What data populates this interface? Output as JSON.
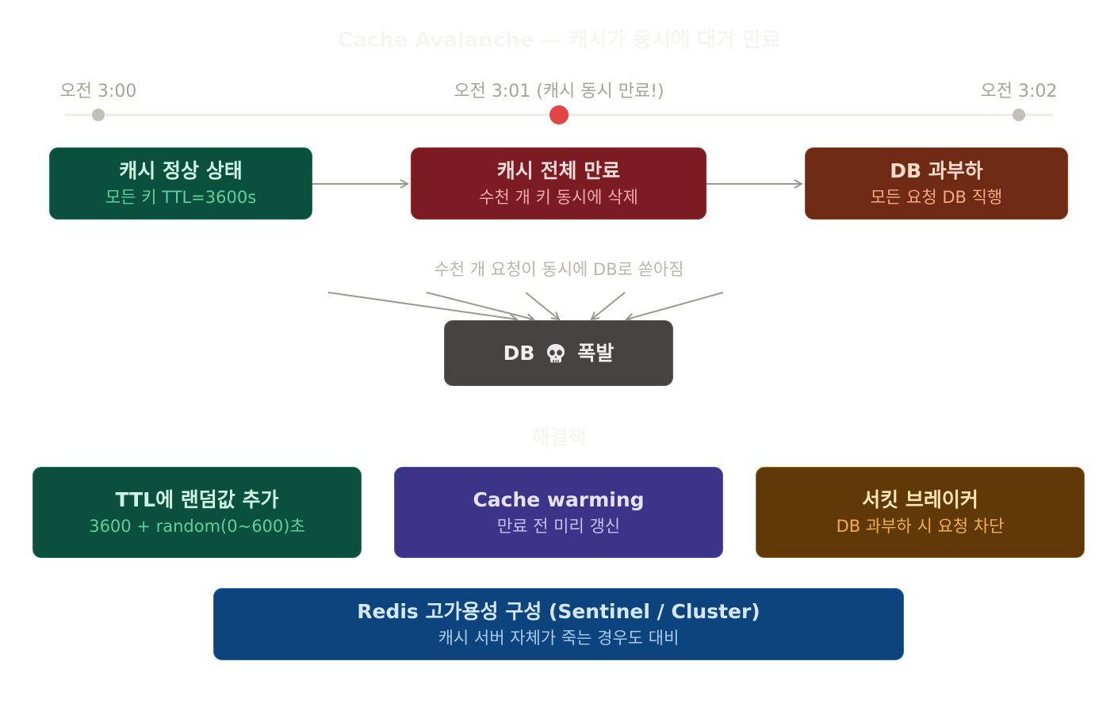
{
  "title": "Cache Avalanche — 캐시가 동시에 대거 만료",
  "timeline": {
    "t0": "오전 3:00",
    "t1": "오전 3:01 (캐시 동시 만료!)",
    "t2": "오전 3:02"
  },
  "flow": {
    "normal": {
      "title": "캐시 정상 상태",
      "subtitle": "모든 키 TTL=3600s"
    },
    "expire": {
      "title": "캐시 전체 만료",
      "subtitle": "수천 개 키 동시에 삭제"
    },
    "overload": {
      "title": "DB 과부하",
      "subtitle": "모든 요청 DB 직행"
    }
  },
  "flood_label": "수천 개 요청이 동시에 DB로 쏟아짐",
  "db_explode": {
    "label": "DB",
    "icon": "skull-icon",
    "suffix": "폭발"
  },
  "solutions_title": "해결책",
  "solutions": {
    "ttl_random": {
      "title": "TTL에 랜덤값 추가",
      "subtitle": "3600 + random(0~600)초"
    },
    "warming": {
      "title": "Cache warming",
      "subtitle": "만료 전 미리 갱신"
    },
    "circuit": {
      "title": "서킷 브레이커",
      "subtitle": "DB 과부하 시 요청 차단"
    },
    "redis_ha": {
      "title": "Redis 고가용성 구성 (Sentinel / Cluster)",
      "subtitle": "캐시 서버 자체가 죽는 경우도 대비"
    }
  },
  "colors": {
    "green_bg": "#0b4f3d",
    "green_text": "#5fcf9f",
    "red_bg": "#7a1c21",
    "red_text": "#f2a8a8",
    "rust_bg": "#6e2a13",
    "rust_text": "#f4a982",
    "gray_bg": "#454442",
    "purple_bg": "#3b3488",
    "purple_text": "#c6c0f2",
    "amber_bg": "#613808",
    "amber_text": "#f0b043",
    "blue_bg": "#0d447d",
    "blue_text": "#a7cbef",
    "alert_dot": "#e24545",
    "timeline_dot": "#c2c0b9"
  }
}
